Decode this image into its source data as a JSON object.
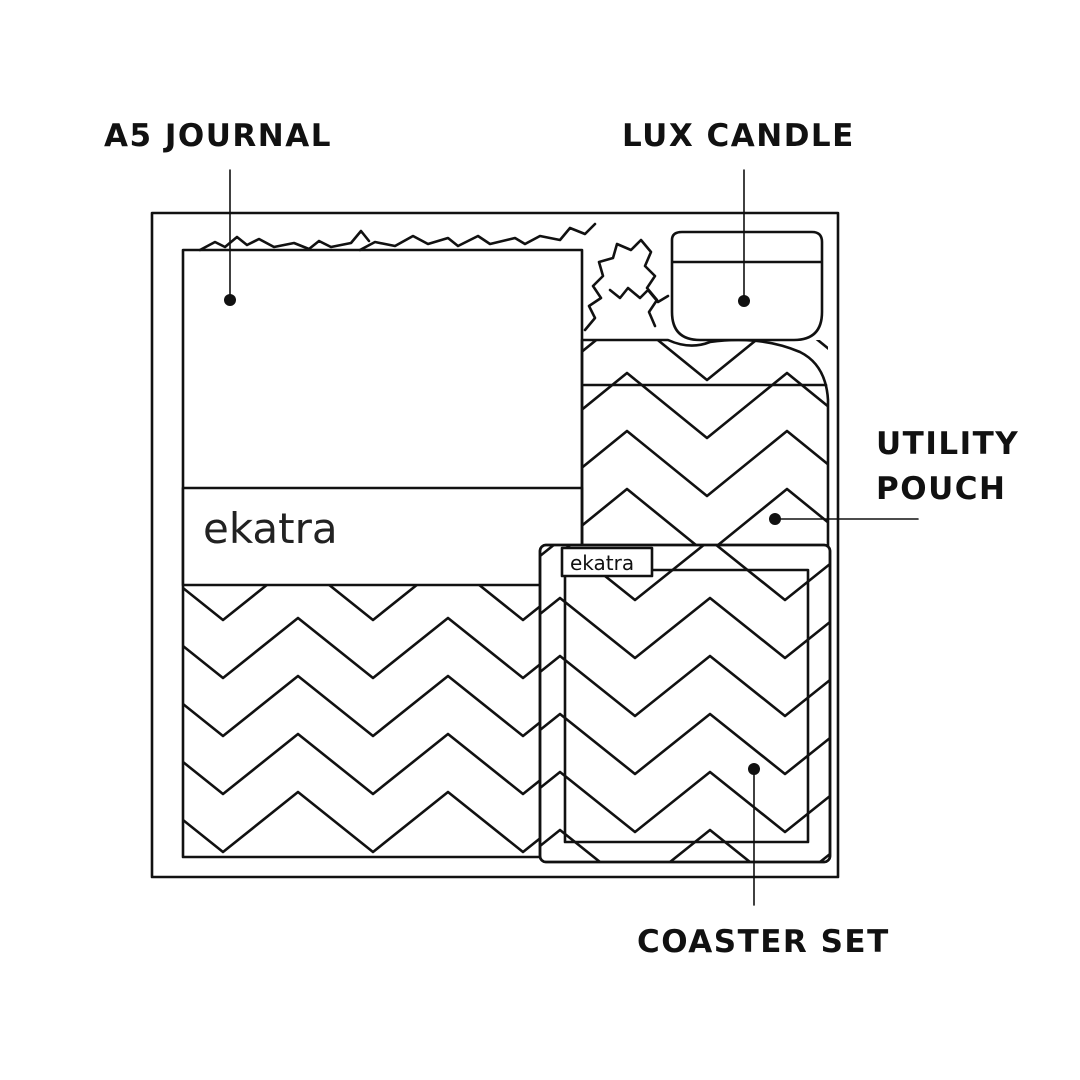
{
  "labels": {
    "journal": "A5 JOURNAL",
    "candle": "LUX CANDLE",
    "pouch_line1": "UTILITY",
    "pouch_line2": "POUCH",
    "coaster": "COASTER SET"
  },
  "brand": {
    "journal_logo": "ekatra",
    "coaster_logo": "ekatra"
  },
  "colors": {
    "ink": "#111111",
    "background": "#ffffff"
  }
}
